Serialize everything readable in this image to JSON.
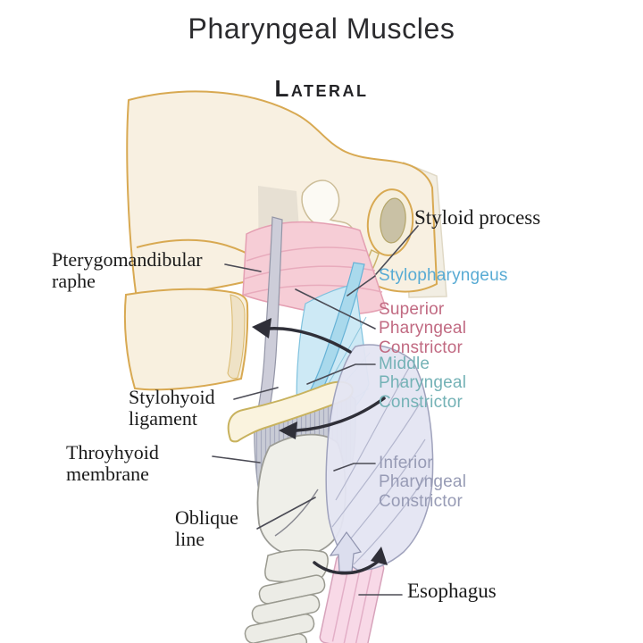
{
  "title": "Pharyngeal Muscles",
  "view_label": "Lateral",
  "palette": {
    "bone_fill": "#F8F0E1",
    "bone_outline": "#D8A952",
    "superior_constrictor_pink": "#F6CDD6",
    "middle_constrictor_blue": "#CDE9F5",
    "stylopharyngeus_blue": "#A9D9EC",
    "inferior_constrictor_lavender": "#E4E5F2",
    "esophagus_pink": "#F8D9E7",
    "cartilage_gray": "#EFEFE9",
    "ligament_gray": "#CDCDD9",
    "label_black": "#1B1B1B",
    "label_blue": "#58ABD4",
    "label_rose": "#C16A82",
    "label_teal": "#74B2B6",
    "label_lavender": "#979BB5"
  },
  "labels": {
    "pterygomandibular_raphe": {
      "text": "Pterygomandibular\nraphe"
    },
    "styloid_process": {
      "text": "Styloid process"
    },
    "stylopharyngeus": {
      "text": "Stylopharyngeus"
    },
    "superior_pharyngeal_constrictor": {
      "text": "Superior\nPharyngeal\nConstrictor"
    },
    "middle_pharyngeal_constrictor": {
      "text": "Middle\nPharyngeal\nConstrictor"
    },
    "inferior_pharyngeal_constrictor": {
      "text": "Inferior\nPharyngeal\nConstrictor"
    },
    "stylohyoid_ligament": {
      "text": "Stylohyoid\nligament"
    },
    "thyrohyoid_membrane": {
      "text": "Throyhyoid\nmembrane"
    },
    "oblique_line": {
      "text": "Oblique\nline"
    },
    "esophagus": {
      "text": "Esophagus"
    }
  }
}
